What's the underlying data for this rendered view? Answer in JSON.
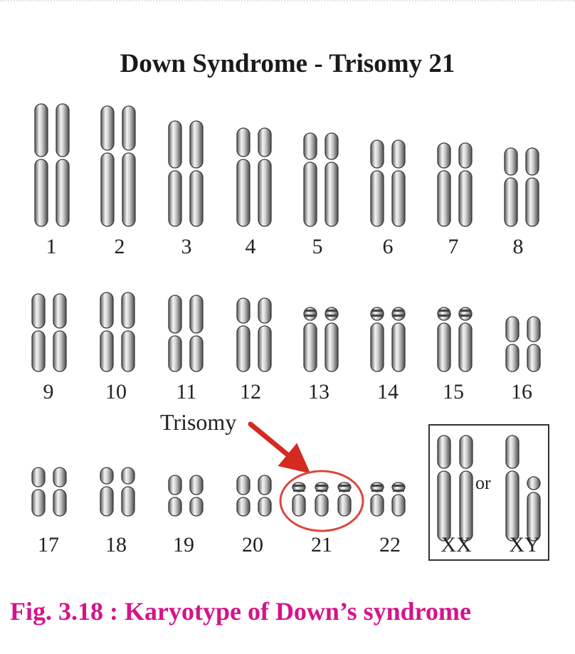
{
  "header": {
    "title": "Down Syndrome - Trisomy 21"
  },
  "chromosomes": [
    {
      "label": "1"
    },
    {
      "label": "2"
    },
    {
      "label": "3"
    },
    {
      "label": "4"
    },
    {
      "label": "5"
    },
    {
      "label": "6"
    },
    {
      "label": "7"
    },
    {
      "label": "8"
    },
    {
      "label": "9"
    },
    {
      "label": "10"
    },
    {
      "label": "11"
    },
    {
      "label": "12"
    },
    {
      "label": "13"
    },
    {
      "label": "14"
    },
    {
      "label": "15"
    },
    {
      "label": "16"
    },
    {
      "label": "17"
    },
    {
      "label": "18"
    },
    {
      "label": "19"
    },
    {
      "label": "20"
    },
    {
      "label": "21",
      "copies": 3,
      "highlighted": true
    },
    {
      "label": "22"
    }
  ],
  "annotation": {
    "trisomy_label": "Trisomy"
  },
  "sex_chromosomes": {
    "option_a": "XX",
    "connector": "or",
    "option_b": "XY"
  },
  "caption": "Fig. 3.18 : Karyotype of Down’s syndrome",
  "colors": {
    "caption": "#d4148a",
    "highlight": "#d9473a",
    "arrow": "#d42a20",
    "chromosome": "#8a8a8a"
  }
}
